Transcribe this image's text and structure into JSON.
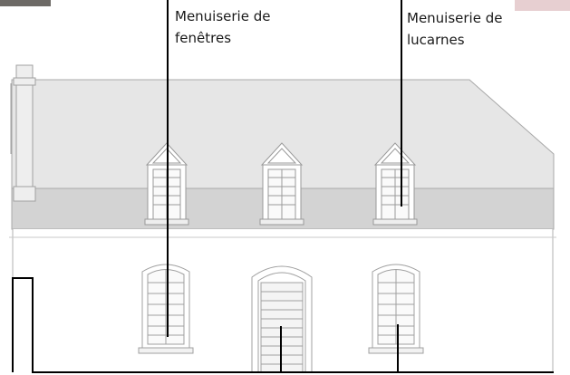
{
  "labels": {
    "fenetres": [
      "Menuiserie de",
      "fenêtres"
    ],
    "lucarnes": [
      "Menuiserie de",
      "lucarnes"
    ]
  },
  "colors": {
    "roof_top": "#e5e5e5",
    "roof_bottom": "#d2d2d2",
    "wall": "#ffffff",
    "stroke": "#9a9a9a",
    "leader": "#000000"
  }
}
